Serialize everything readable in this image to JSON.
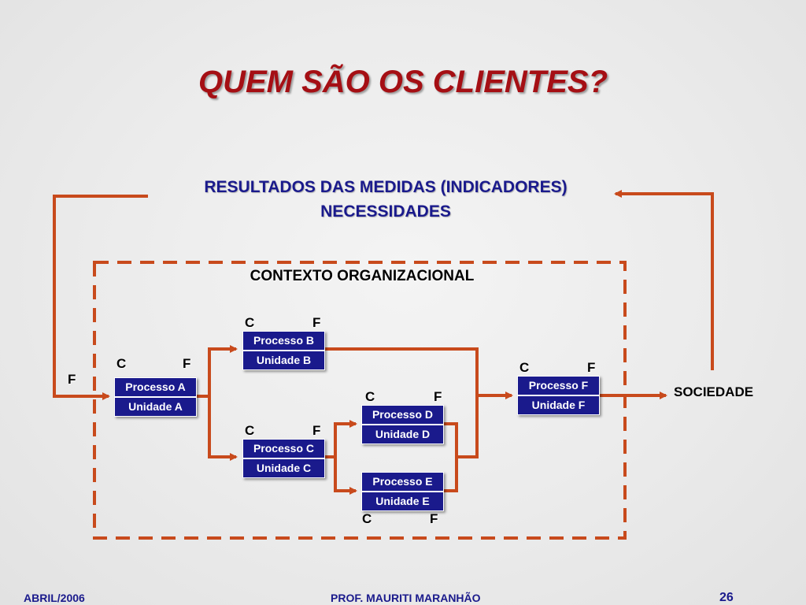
{
  "slide": {
    "title": "QUEM SÃO OS CLIENTES?",
    "subtitle_line1": "RESULTADOS DAS MEDIDAS (INDICADORES)",
    "subtitle_line2": "NECESSIDADES",
    "context_label": "CONTEXTO ORGANIZACIONAL",
    "output_label": "SOCIEDADE",
    "feedback_label": "F"
  },
  "nodes": [
    {
      "id": "A",
      "process": "Processo A",
      "unit": "Unidade A",
      "client": "C",
      "supplier": "F"
    },
    {
      "id": "B",
      "process": "Processo B",
      "unit": "Unidade B",
      "client": "C",
      "supplier": "F"
    },
    {
      "id": "C",
      "process": "Processo C",
      "unit": "Unidade C",
      "client": "C",
      "supplier": "F"
    },
    {
      "id": "D",
      "process": "Processo D",
      "unit": "Unidade D",
      "client": "C",
      "supplier": "F"
    },
    {
      "id": "E",
      "process": "Processo E",
      "unit": "Unidade E",
      "client": "C",
      "supplier": "F"
    },
    {
      "id": "F",
      "process": "Processo F",
      "unit": "Unidade F",
      "client": "C",
      "supplier": "F"
    }
  ],
  "footer": {
    "date": "ABRIL/2006",
    "author": "PROF.  MAURITI MARANHÃO",
    "page": "26"
  },
  "colors": {
    "title": "#a50f14",
    "text": "#1a1a8c",
    "box": "#1a1a8c",
    "arrow": "#c84a1c",
    "dashed_border": "#c84a1c"
  }
}
